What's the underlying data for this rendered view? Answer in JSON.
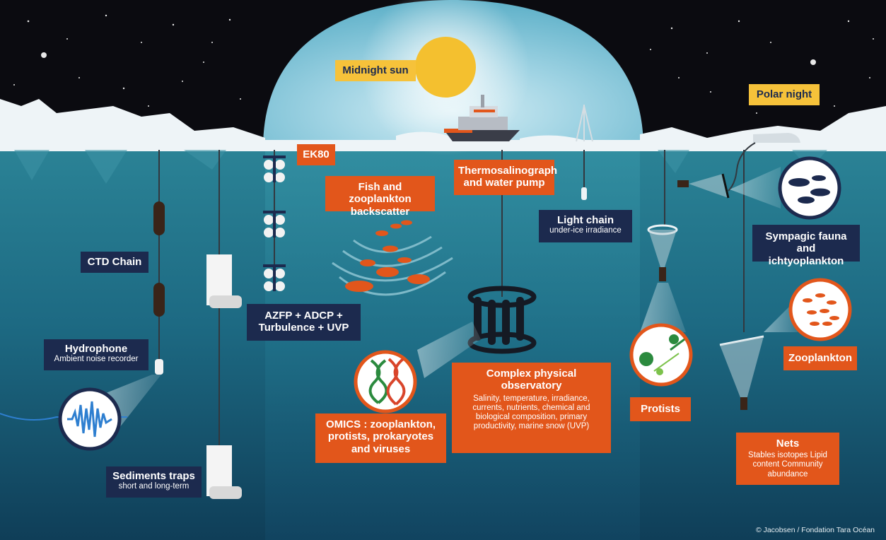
{
  "labels": {
    "midnight_sun": "Midnight sun",
    "polar_night": "Polar night",
    "ek80": "EK80",
    "fish_backscatter": "Fish and zooplankton backscatter",
    "thermosalinograph": "Thermosalinograph and water pump",
    "light_chain_title": "Light chain",
    "light_chain_sub": "under-ice irradiance",
    "sympagic": "Sympagic fauna and ichtyoplankton",
    "ctd_chain": "CTD Chain",
    "azfp": "AZFP + ADCP + Turbulence + UVP",
    "hydrophone_title": "Hydrophone",
    "hydrophone_sub": "Ambient noise recorder",
    "omics": "OMICS : zooplankton, protists, prokaryotes and viruses",
    "complex_title": "Complex physical observatory",
    "complex_sub": "Salinity, temperature, irradiance, currents, nutrients, chemical and biological composition, primary productivity, marine snow (UVP)",
    "protists": "Protists",
    "zooplankton": "Zooplankton",
    "nets_title": "Nets",
    "nets_sub": "Stables isotopes Lipid content Community abundance",
    "sediments_title": "Sediments traps",
    "sediments_sub": "short and long-term"
  },
  "credit": "© Jacobsen / Fondation Tara Océan",
  "colors": {
    "sky": "#0b0b10",
    "ocean_top": "#2a7f93",
    "ocean_bottom": "#0e3c56",
    "navy": "#1c2a4e",
    "orange": "#e2561b",
    "yellow": "#f6c23a",
    "ice": "#eef4f7"
  }
}
